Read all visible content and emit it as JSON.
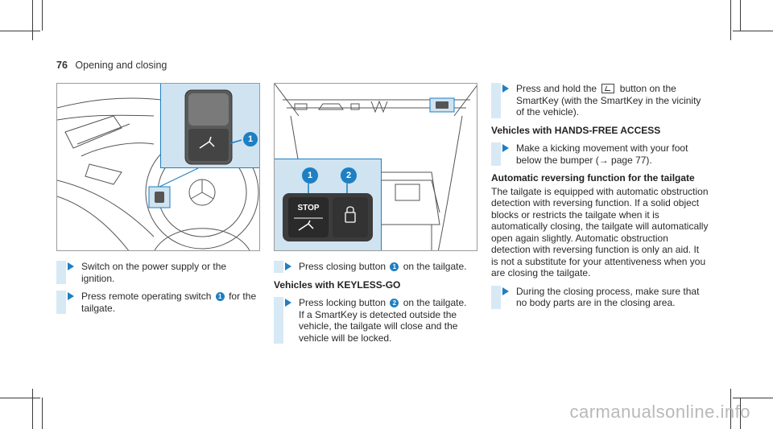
{
  "header": {
    "page_number": "76",
    "title": "Opening and closing"
  },
  "figure1": {
    "callout": "1"
  },
  "figure2": {
    "callout1": "1",
    "callout2": "2",
    "stop_label": "STOP"
  },
  "col1": {
    "step1": "Switch on the power supply or the ignition.",
    "step2_pre": "Press remote operating switch",
    "step2_ref": "1",
    "step2_post": "for the tailgate."
  },
  "col2": {
    "step1_pre": "Press closing button",
    "step1_ref": "1",
    "step1_post": "on the tailgate.",
    "heading": "Vehicles with KEYLESS-GO",
    "step2_pre": "Press locking button",
    "step2_ref": "2",
    "step2_post": "on the tailgate.",
    "step2_more": "If a SmartKey is detected outside the vehicle, the tailgate will close and the vehicle will be locked."
  },
  "col3": {
    "step1_pre": "Press and hold the",
    "step1_post": "button on the SmartKey (with the SmartKey in the vicinity of the vehicle).",
    "heading1": "Vehicles with HANDS-FREE ACCESS",
    "step2": "Make a kicking movement with your foot below the bumper (→ page 77).",
    "heading2": "Automatic reversing function for the tailgate",
    "para": "The tailgate is equipped with automatic obstruction detection with reversing function. If a solid object blocks or restricts the tailgate when it is automatically closing, the tailgate will automatically open again slightly. Automatic obstruction detection with reversing function is only an aid. It is not a substitute for your attentiveness when you are closing the tailgate.",
    "step3": "During the closing process, make sure that no body parts are in the closing area."
  },
  "watermark": "carmanualsonline.info",
  "colors": {
    "accent": "#1e7fc2",
    "callout_panel": "#cfe3f1",
    "step_bar": "#d7e9f5"
  }
}
